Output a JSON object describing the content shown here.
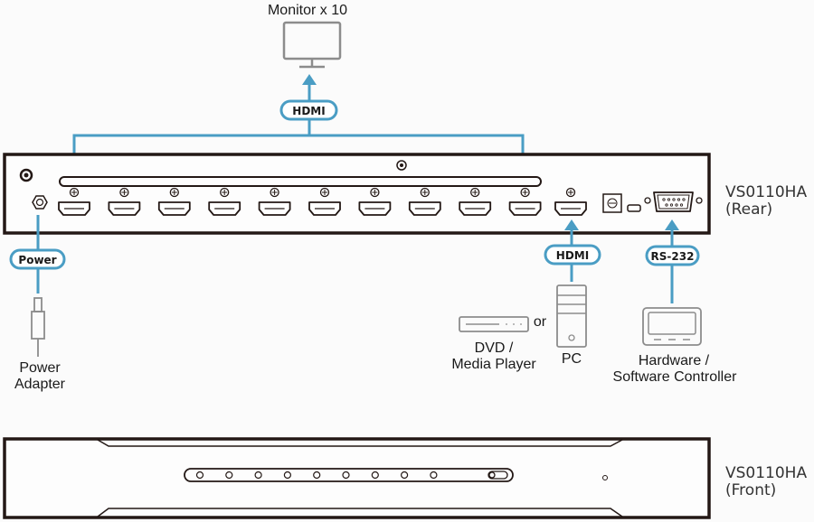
{
  "colors": {
    "cable": "#4a9dc4",
    "device_outline": "#231815",
    "peripheral_outline": "#8c8c8c",
    "background": "#fbfbfb"
  },
  "top": {
    "monitor_label": "Monitor x 10",
    "cable_label": "HDMI"
  },
  "rear_panel": {
    "model": "VS0110HA",
    "view": "(Rear)",
    "hdmi_outputs": 10,
    "hdmi_inputs": 1,
    "ports": [
      "ground-screw",
      "power-jack",
      "hdmi-out-x10",
      "hdmi-in",
      "dip-switch",
      "micro-usb",
      "rs-232"
    ]
  },
  "connections": {
    "power": {
      "cable_label": "Power",
      "device_label_line1": "Power",
      "device_label_line2": "Adapter"
    },
    "hdmi_in": {
      "cable_label": "HDMI",
      "dvd_label_line1": "DVD /",
      "dvd_label_line2": "Media Player",
      "or_label": "or",
      "pc_label": "PC"
    },
    "rs232": {
      "cable_label": "RS-232",
      "controller_label_line1": "Hardware /",
      "controller_label_line2": "Software Controller"
    }
  },
  "front_panel": {
    "model": "VS0110HA",
    "view": "(Front)",
    "led_count": 10
  }
}
